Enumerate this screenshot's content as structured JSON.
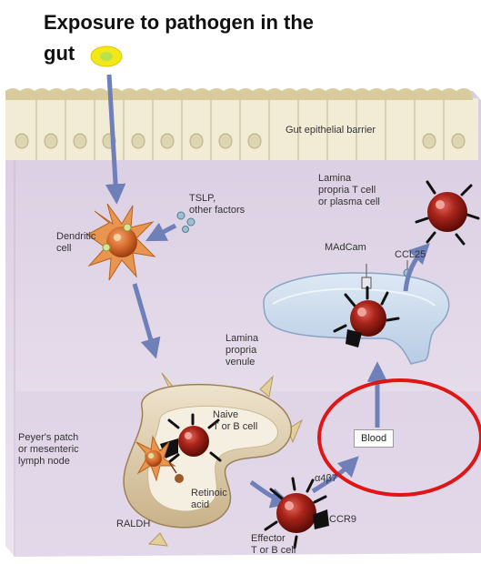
{
  "title": {
    "line1": "Exposure to pathogen in the",
    "line2": "gut"
  },
  "labels": {
    "epithelial": "Gut epithelial barrier",
    "tslp": "TSLP,",
    "tslp_2": "other factors",
    "dendritic": "Dendritic",
    "dendritic_2": "cell",
    "lp_tcell": "Lamina",
    "lp_tcell_2": "propria T cell",
    "lp_tcell_3": "or plasma cell",
    "madcam": "MAdCam",
    "ccl25": "CCL25",
    "lp_venule": "Lamina",
    "lp_venule_2": "propria",
    "lp_venule_3": "venule",
    "peyers": "Peyer's patch",
    "peyers_2": "or mesenteric",
    "peyers_3": "lymph node",
    "naive": "Naive",
    "naive_2": "T or B cell",
    "retinoic": "Retinoic",
    "retinoic_2": "acid",
    "raldh": "RALDH",
    "a4b7": "α4β7",
    "blood": "Blood",
    "ccr9": "CCR9",
    "effector": "Effector",
    "effector_2": "T or B cell"
  },
  "colors": {
    "tissue": "#e6dcea",
    "arrow": "#6f7fb8",
    "cell_body": "#9b1d14",
    "highlight_circle": "#e01515",
    "pathogen": "#f2e818"
  }
}
